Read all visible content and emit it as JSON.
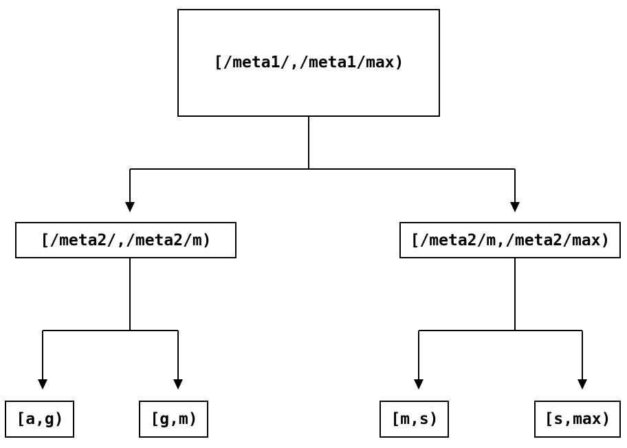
{
  "diagram": {
    "type": "binary-interval-tree",
    "background_color": "#ffffff",
    "line_color": "#000000",
    "text_color": "#000000",
    "nodes": {
      "root": {
        "label": "[/meta1/,/meta1/max)"
      },
      "level1_left": {
        "label": "[/meta2/,/meta2/m)"
      },
      "level1_right": {
        "label": "[/meta2/m,/meta2/max)"
      },
      "leaf_a_g": {
        "label": "[a,g)"
      },
      "leaf_g_m": {
        "label": "[g,m)"
      },
      "leaf_m_s": {
        "label": "[m,s)"
      },
      "leaf_s_max": {
        "label": "[s,max)"
      }
    },
    "edges": [
      {
        "from": "root",
        "to": "level1_left"
      },
      {
        "from": "root",
        "to": "level1_right"
      },
      {
        "from": "level1_left",
        "to": "leaf_a_g"
      },
      {
        "from": "level1_left",
        "to": "leaf_g_m"
      },
      {
        "from": "level1_right",
        "to": "leaf_m_s"
      },
      {
        "from": "level1_right",
        "to": "leaf_s_max"
      }
    ]
  }
}
